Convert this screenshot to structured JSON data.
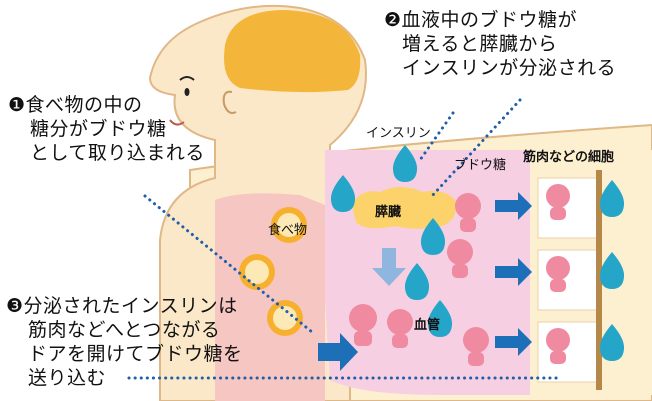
{
  "captions": {
    "step1": [
      "❶食べ物の中の",
      "糖分がブドウ糖",
      "として取り込まれる"
    ],
    "step2": [
      "❷血液中のブドウ糖が",
      "増えると膵臓から",
      "インスリンが分泌される"
    ],
    "step3": [
      "❸分泌されたインスリンは",
      "筋肉などへとつながる",
      "ドアを開けてブドウ糖を",
      "送り込む"
    ]
  },
  "labels": {
    "insulin": "インスリン",
    "glucose": "ブドウ糖",
    "muscle_cells": "筋肉などの細胞",
    "pancreas": "膵臓",
    "food": "食べ物",
    "blood_vessel": "血管"
  },
  "colors": {
    "skin": "#fbe8c8",
    "skin_outline": "#e0b888",
    "brain": "#f3b63a",
    "torso": "#f6c6c2",
    "blood_vessel": "#f7cfe3",
    "muscle_tissue": "#fdf0d0",
    "pancreas": "#fbd36a",
    "arrow_blue": "#1d6fb8",
    "arrow_light_blue": "#8fb6de",
    "insulin_character": "#25a6c9",
    "glucose_character": "#f08aa0",
    "dotted_line": "#1f5ea8"
  }
}
